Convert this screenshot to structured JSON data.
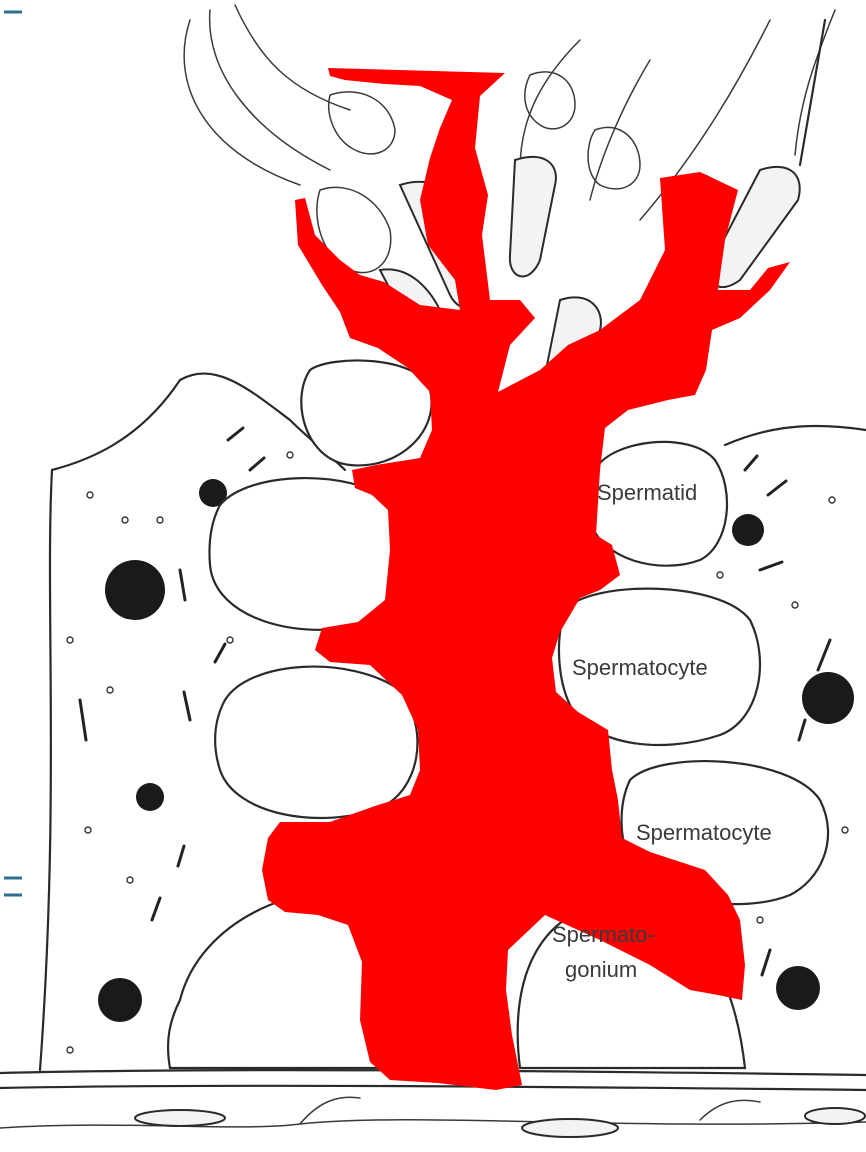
{
  "labels": {
    "spermatid": "Spermatid",
    "spermatocyte_upper": "Spermatocyte",
    "spermatocyte_lower": "Spermatocyte",
    "spermatogonium_line1": "Spermato-",
    "spermatogonium_line2": "gonium"
  },
  "colors": {
    "highlight": "#ff0000",
    "ink": "#2a2a2a",
    "background": "#ffffff",
    "margin_ticks": "#2d6f8f"
  }
}
